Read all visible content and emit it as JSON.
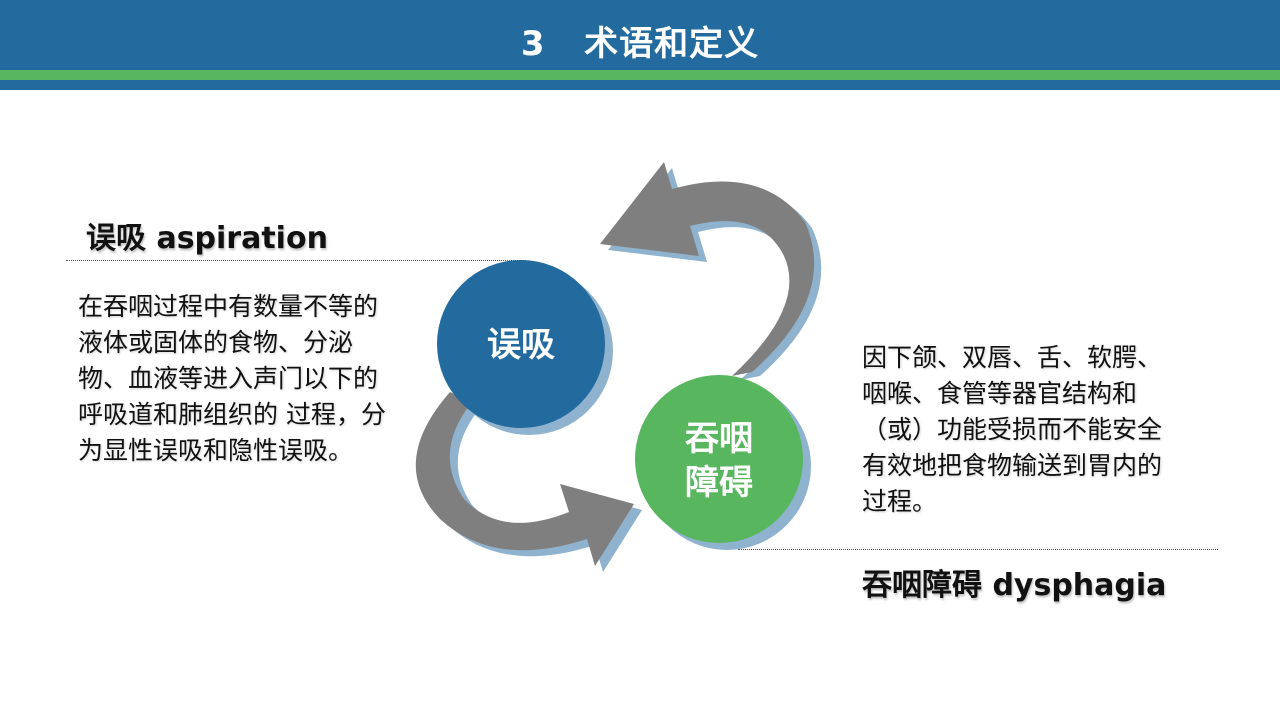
{
  "header": {
    "title": "3   术语和定义",
    "colors": {
      "bar": "#236a9e",
      "stripe": "#57b65e"
    }
  },
  "left_term": {
    "heading": "误吸 aspiration",
    "definition": "在吞咽过程中有数量不等的液体或固体的食物、分泌物、血液等进入声门以下的呼吸道和肺组织的 过程，分为显性误吸和隐性误吸。"
  },
  "right_term": {
    "heading": "吞咽障碍 dysphagia",
    "definition": "因下颌、双唇、舌、软腭、咽喉、食管等器官结构和（或）功能受损而不能安全有效地把食物输送到胃内的过程。"
  },
  "diagram": {
    "circle_1": {
      "label": "误吸",
      "color": "#236a9e"
    },
    "circle_2": {
      "label_line1": "吞咽",
      "label_line2": "障碍",
      "color": "#57b65e"
    },
    "arrow_color": "#7f7f7f",
    "shadow_color": "#8fb3cf"
  }
}
